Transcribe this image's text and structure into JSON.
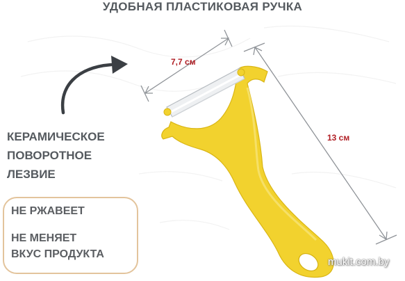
{
  "title": "УДОБНАЯ ПЛАСТИКОВАЯ РУЧКА",
  "blade_label": [
    "КЕРАМИЧЕСКОЕ",
    "ПОВОРОТНОЕ",
    "ЛЕЗВИЕ"
  ],
  "features": [
    "НЕ РЖАВЕЕТ",
    "НЕ МЕНЯЕТ",
    "ВКУС ПРОДУКТА"
  ],
  "dimensions": {
    "width": "7,7 см",
    "height": "13 см"
  },
  "watermark": "mukit.com.by",
  "colors": {
    "text": "#555a5f",
    "accent": "#b01e24",
    "handle": "#f2d22e",
    "box_border": "#e3c49c"
  },
  "icons": {
    "arrow": "curved-arrow-icon",
    "product": "peeler-illustration"
  }
}
